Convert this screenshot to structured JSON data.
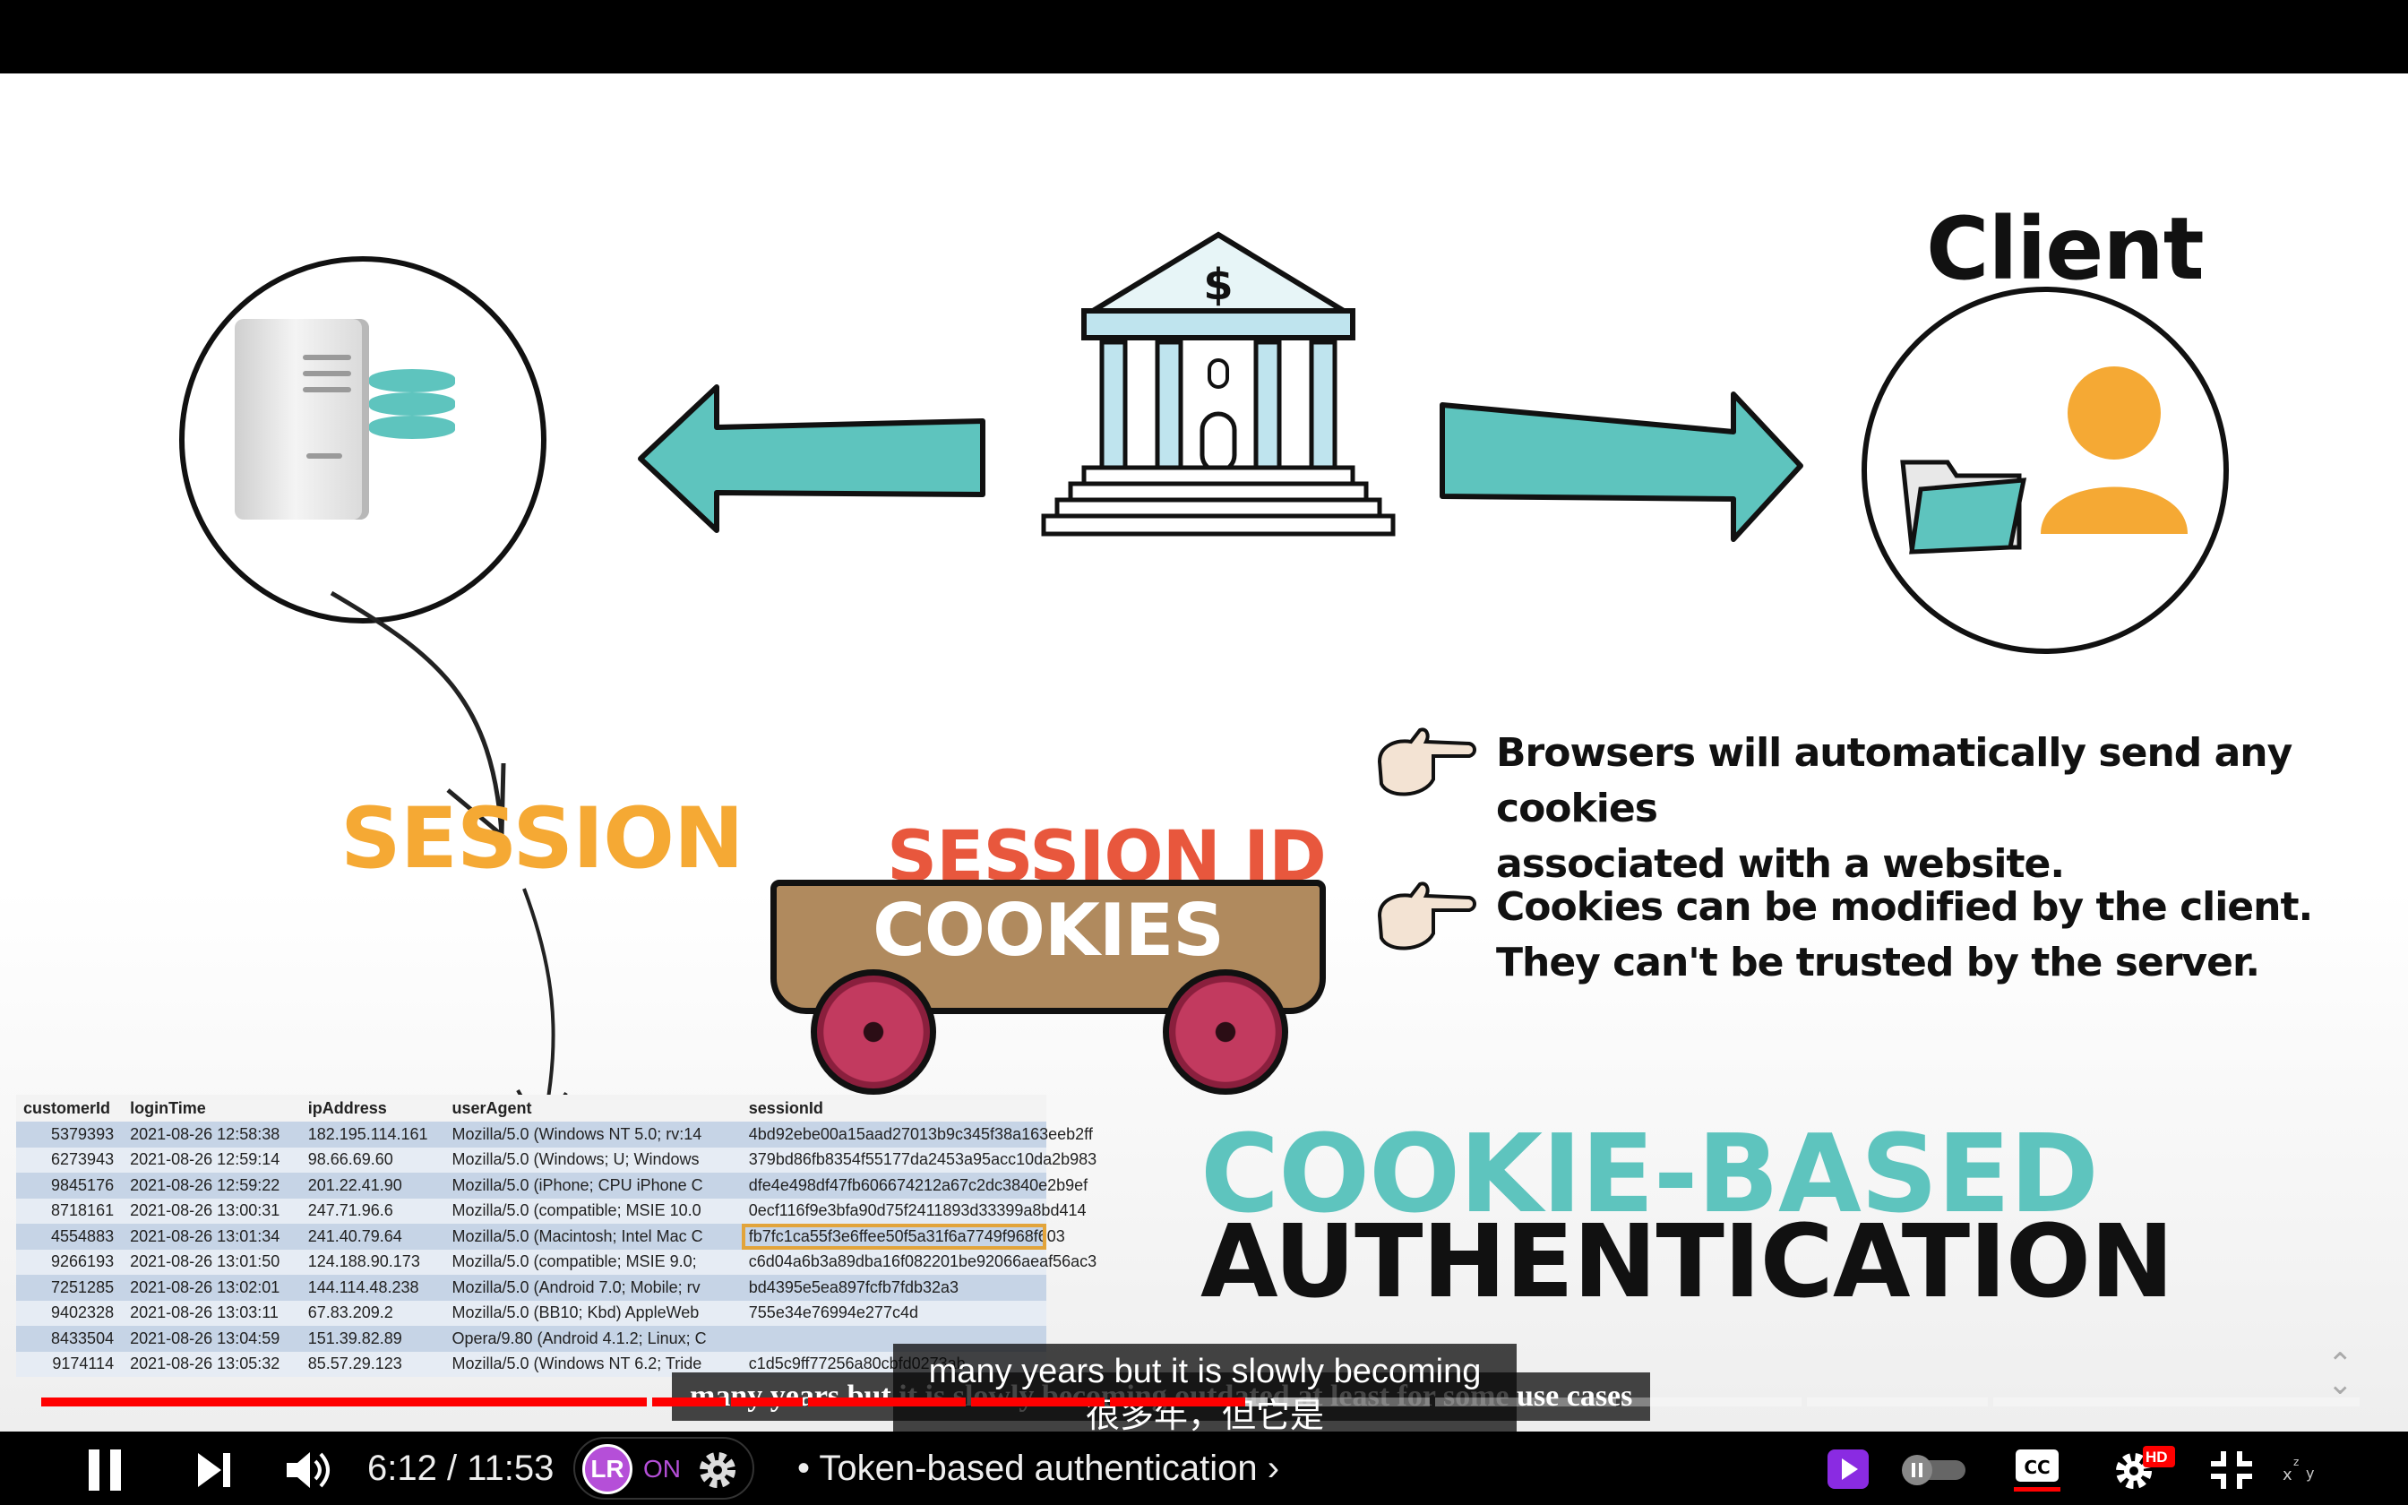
{
  "slide": {
    "client_label": "Client",
    "session_label": "SESSION",
    "session_id_label": "SESSION ID",
    "cookies_label": "COOKIES",
    "bullets": [
      {
        "line1": "Browsers will automatically send any cookies",
        "line2": "associated with a website."
      },
      {
        "line1": "Cookies can be modified by the client.",
        "line2": "They can't be trusted by the server."
      }
    ],
    "title_line1": "COOKIE-BASED",
    "title_line2": "AUTHENTICATION",
    "table": {
      "headers": [
        "customerId",
        "loginTime",
        "ipAddress",
        "userAgent",
        "sessionId"
      ],
      "rows": [
        [
          "5379393",
          "2021-08-26 12:58:38",
          "182.195.114.161",
          "Mozilla/5.0 (Windows NT 5.0; rv:14",
          "4bd92ebe00a15aad27013b9c345f38a163eeb2ff"
        ],
        [
          "6273943",
          "2021-08-26 12:59:14",
          "98.66.69.60",
          "Mozilla/5.0 (Windows; U; Windows",
          "379bd86fb8354f55177da2453a95acc10da2b983"
        ],
        [
          "9845176",
          "2021-08-26 12:59:22",
          "201.22.41.90",
          "Mozilla/5.0 (iPhone; CPU iPhone C",
          "dfe4e498df47fb606674212a67c2dc3840e2b9ef"
        ],
        [
          "8718161",
          "2021-08-26 13:00:31",
          "247.71.96.6",
          "Mozilla/5.0 (compatible; MSIE 10.0",
          "0ecf116f9e3bfa90d75f2411893d33399a8bd414"
        ],
        [
          "4554883",
          "2021-08-26 13:01:34",
          "241.40.79.64",
          "Mozilla/5.0 (Macintosh; Intel Mac C",
          "fb7fc1ca55f3e6ffee50f5a31f6a7749f968f603"
        ],
        [
          "9266193",
          "2021-08-26 13:01:50",
          "124.188.90.173",
          "Mozilla/5.0 (compatible; MSIE 9.0;",
          "c6d04a6b3a89dba16f082201be92066aeaf56ac3"
        ],
        [
          "7251285",
          "2021-08-26 13:02:01",
          "144.114.48.238",
          "Mozilla/5.0 (Android 7.0; Mobile; rv",
          "bd4395e5ea897fcfb7fdb32a3"
        ],
        [
          "9402328",
          "2021-08-26 13:03:11",
          "67.83.209.2",
          "Mozilla/5.0 (BB10; Kbd) AppleWeb",
          "755e34e76994e277c4d"
        ],
        [
          "8433504",
          "2021-08-26 13:04:59",
          "151.39.82.89",
          "Opera/9.80 (Android 4.1.2; Linux; C",
          ""
        ],
        [
          "9174114",
          "2021-08-26 13:05:32",
          "85.57.29.123",
          "Mozilla/5.0 (Windows NT 6.2; Tride",
          "c1d5c9ff77256a80cbfd0273ab"
        ]
      ]
    }
  },
  "captions": {
    "burned_in": "many years but it is slowly becoming outdated at least for some use cases",
    "line1": "many years but it is slowly becoming",
    "line2": "很多年，但它是"
  },
  "player": {
    "time": "6:12 / 11:53",
    "chapter": "• Token-based authentication ›",
    "extension_badge": "LR",
    "extension_state": "ON",
    "quality_badge": "HD",
    "progress_fraction": 0.5201,
    "buffer_fraction": 0.55,
    "chapters": [
      0.263,
      0.297,
      0.33,
      0.4,
      0.46,
      0.53,
      0.6,
      0.68,
      0.76,
      0.84,
      1.0
    ],
    "icons": [
      "pause-icon",
      "next-icon",
      "volume-icon",
      "settings-icon",
      "miniplayer-icon",
      "autoplay-toggle",
      "subtitles-icon",
      "settings-hd-icon",
      "exit-fullscreen-icon"
    ],
    "colors": {
      "played": "#ff0000",
      "accent_teal": "#5ec4be",
      "accent_orange": "#f5a934",
      "accent_red": "#e8573d",
      "extension_purple": "#b54fd8"
    }
  }
}
